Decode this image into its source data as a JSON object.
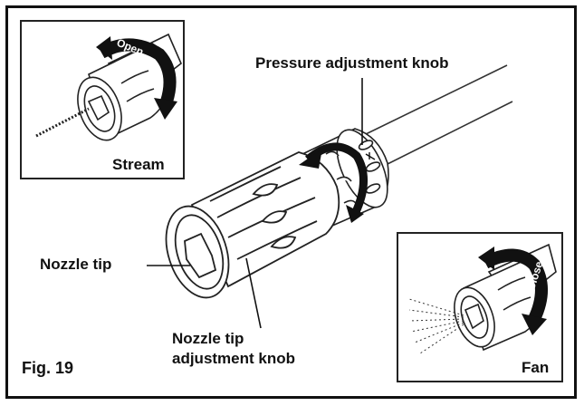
{
  "figure": {
    "fig_label": "Fig. 19",
    "labels": {
      "pressure_knob": "Pressure adjustment knob",
      "nozzle_tip": "Nozzle tip",
      "nozzle_tip_knob_line1": "Nozzle tip",
      "nozzle_tip_knob_line2": "adjustment knob"
    },
    "insets": {
      "stream": {
        "caption": "Stream",
        "arrow_text": "Open"
      },
      "fan": {
        "caption": "Fan",
        "arrow_text": "Close"
      }
    }
  }
}
